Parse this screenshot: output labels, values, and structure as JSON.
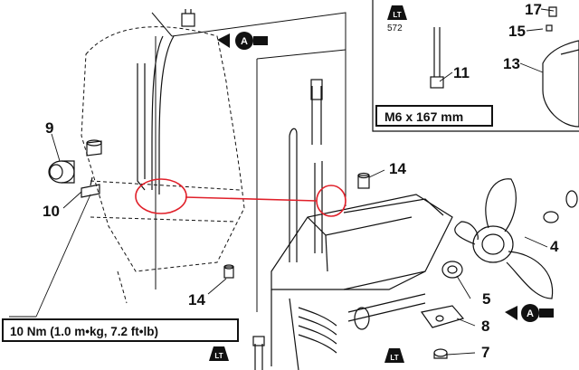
{
  "callouts": {
    "c9": "9",
    "c10": "10",
    "c14a": "14",
    "c14b": "14",
    "c11": "11",
    "c17": "17",
    "c15": "15",
    "c13": "13",
    "c4": "4",
    "c5": "5",
    "c8": "8",
    "c7": "7"
  },
  "specs": {
    "torque": "10 Nm (1.0 m•kg, 7.2 ft•lb)",
    "bolt": "M6 x 167 mm"
  },
  "codes": {
    "loctite_number": "572"
  },
  "symbols": {
    "loctite": "LT",
    "grease": "A"
  },
  "colors": {
    "line": "#111111",
    "highlight": "#e0202a"
  }
}
